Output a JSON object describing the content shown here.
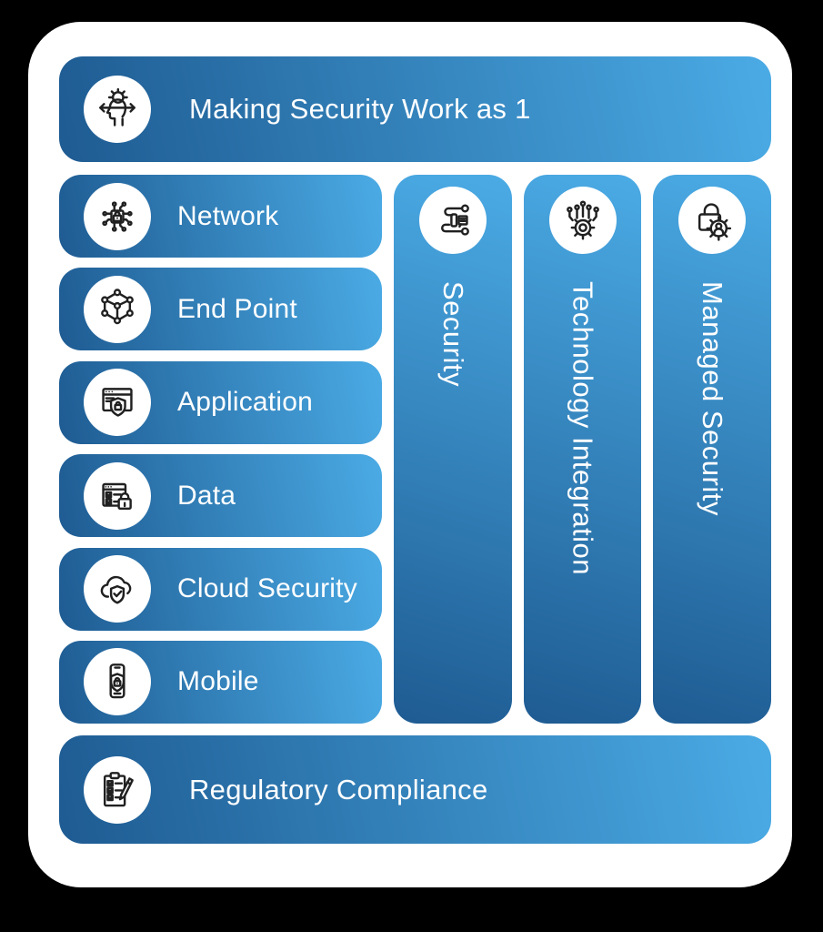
{
  "colors": {
    "bg": "#000000",
    "card": "#ffffff",
    "grad-dark": "#1e5b92",
    "grad-light": "#4babe5",
    "text": "#ffffff",
    "stroke": "#202020"
  },
  "top_banner": {
    "label": "Making Security Work as 1",
    "icon": "head-gear-icon"
  },
  "rows": [
    {
      "label": "Network",
      "icon": "network-circuit-lock-icon"
    },
    {
      "label": "End Point",
      "icon": "endpoint-cube-icon"
    },
    {
      "label": "Application",
      "icon": "application-shield-icon"
    },
    {
      "label": "Data",
      "icon": "data-lock-icon"
    },
    {
      "label": "Cloud Security",
      "icon": "cloud-shield-icon"
    },
    {
      "label": "Mobile",
      "icon": "mobile-shield-icon"
    }
  ],
  "columns": [
    {
      "label": "Security",
      "icon": "workflow-document-icon"
    },
    {
      "label": "Technology Integration",
      "icon": "gear-circuit-icon"
    },
    {
      "label": "Managed Security",
      "icon": "lock-gear-user-icon"
    }
  ],
  "bottom_banner": {
    "label": "Regulatory Compliance",
    "icon": "clipboard-checklist-icon"
  }
}
